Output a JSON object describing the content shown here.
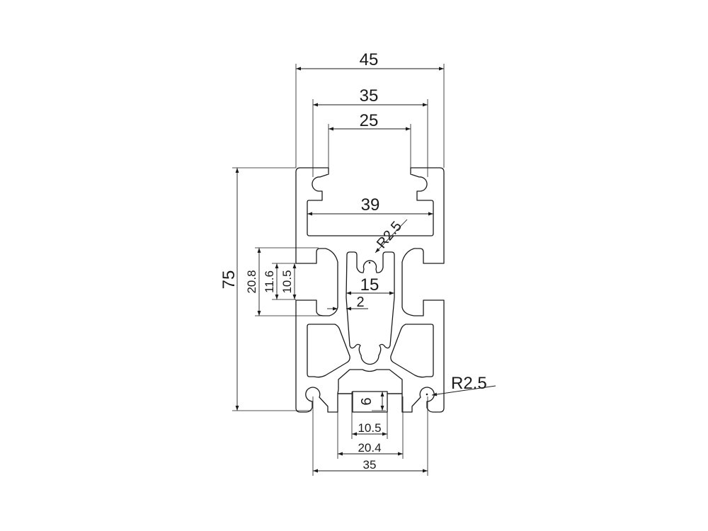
{
  "drawing": {
    "title": "45x75 aluminium extrusion profile cross-section",
    "dimensions": {
      "overall_width": "45",
      "top_outer_slot_width": "35",
      "top_slot_opening": "25",
      "inner_cavity_width": "39",
      "center_radius": "R2.5",
      "overall_height": "75",
      "side_slot_depth_height": "20.8",
      "side_slot_inner": "11.6",
      "side_slot_opening": "10.5",
      "center_channel_width": "15",
      "wall_thickness": "2",
      "corner_hole_radius": "R2.5",
      "bottom_slot_depth": "6",
      "bottom_slot_opening": "10.5",
      "bottom_slot_inner_width": "20.4",
      "bottom_outer_slot_width": "35"
    }
  }
}
